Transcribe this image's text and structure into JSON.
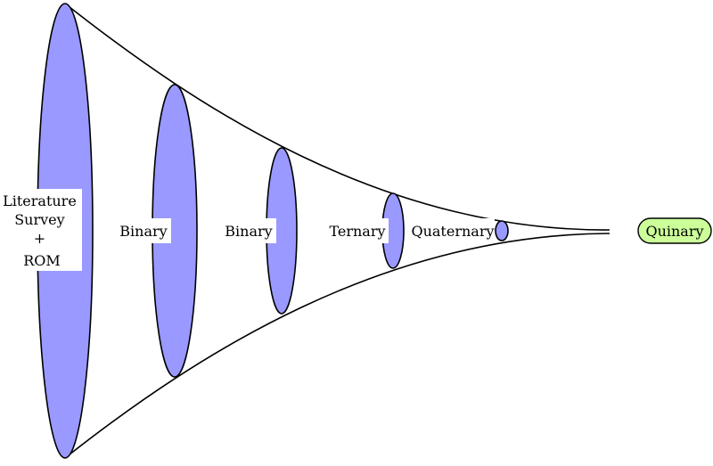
{
  "diagram": {
    "stages": [
      {
        "lines": [
          "Literature",
          "Survey",
          "+",
          "ROM"
        ]
      },
      {
        "lines": [
          "Binary"
        ]
      },
      {
        "lines": [
          "Binary"
        ]
      },
      {
        "lines": [
          "Ternary"
        ]
      },
      {
        "lines": [
          "Quaternary"
        ]
      }
    ],
    "final_stage": {
      "label": "Quinary"
    },
    "colors": {
      "ellipse_fill": "#9999ff",
      "final_fill": "#ccff99",
      "stroke": "#000000",
      "label_background": "#ffffff"
    }
  }
}
